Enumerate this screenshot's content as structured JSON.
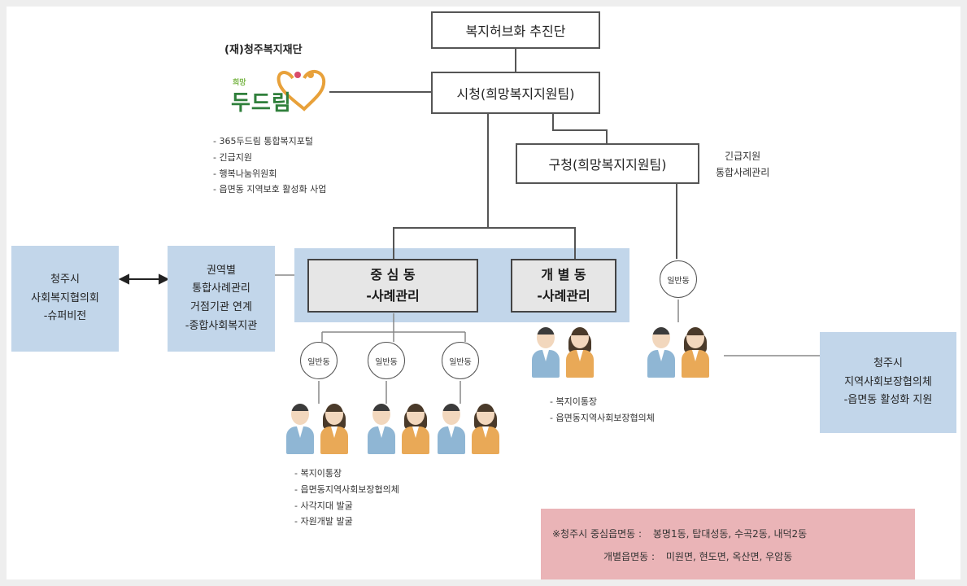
{
  "top": {
    "hub": "복지허브화 추진단",
    "city_hall": "시청(희망복지지원팀)",
    "district_office": "구청(희망복지지원팀)"
  },
  "foundation": {
    "name": "(재)청주복지재단",
    "logo_text": "두드림",
    "logo_small": "희망",
    "notes": [
      "365두드림 통합복지포털",
      "긴급지원",
      "행복나눔위원회",
      "읍면동 지역보호 활성화 사업"
    ]
  },
  "district_note": [
    "긴급지원",
    "통합사례관리"
  ],
  "center_dong": {
    "title": "중 심 동",
    "sub": "-사례관리"
  },
  "individual_dong": {
    "title": "개 별 동",
    "sub": "-사례관리"
  },
  "council_left": [
    "청주시",
    "사회복지협의회",
    "-슈퍼비전"
  ],
  "linkage": [
    "권역별",
    "통합사례관리",
    "거점기관 연계",
    "-종합사회복지관"
  ],
  "council_right": [
    "청주시",
    "지역사회보장협의체",
    "-읍면동 활성화 지원"
  ],
  "general_dong_label": "일반동",
  "individual_notes": [
    "복지이통장",
    "읍면동지역사회보장협의체"
  ],
  "center_notes": [
    "복지이통장",
    "읍면동지역사회보장협의체",
    "사각지대 발굴",
    "자원개발 발굴"
  ],
  "legend": {
    "row1_label": "※청주시 중심읍면동 :",
    "row1_values": "봉명1동, 탑대성동, 수곡2동, 내덕2동",
    "row2_label": "개별읍면동 :",
    "row2_values": "미원면, 현도면, 옥산면, 우암동"
  },
  "colors": {
    "blue": "#c2d6ea",
    "pink": "#eab4b7",
    "gray": "#e6e6e6",
    "male_shirt": "#8fb6d4",
    "female_shirt": "#e9a957"
  }
}
